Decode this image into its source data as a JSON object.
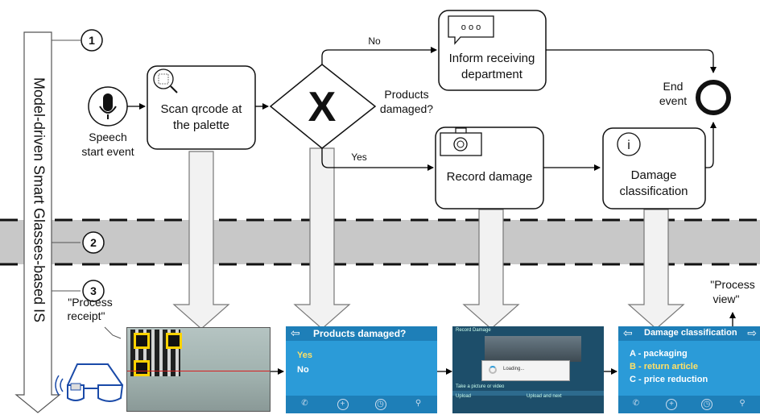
{
  "layers": {
    "one": "1",
    "two": "2",
    "three": "3"
  },
  "vertical_label": "Model-driven Smart Glasses-based IS",
  "process": {
    "start_event": [
      "Speech",
      "start event"
    ],
    "scan_task": [
      "Scan qrcode at",
      "the palette"
    ],
    "gateway_symbol": "X",
    "gateway_question": [
      "Products",
      "damaged?"
    ],
    "no_label": "No",
    "yes_label": "Yes",
    "inform_task": [
      "Inform receiving",
      "department"
    ],
    "record_task": "Record damage",
    "classify_task": [
      "Damage",
      "classification"
    ],
    "end_event": [
      "End",
      "event"
    ],
    "info_symbol": "i",
    "speech_bubble_dots": "o o o"
  },
  "callouts": {
    "process_receipt": [
      "\"Process",
      "receipt\""
    ],
    "process_view": [
      "\"Process",
      "view\""
    ]
  },
  "screens": {
    "damaged": {
      "title": "Products damaged?",
      "options": [
        "Yes",
        "No"
      ],
      "arrow": "⇦"
    },
    "camera": {
      "header": "Record Damage",
      "loading": "Loading...",
      "hint": "Take a picture or video",
      "upload_left": "Upload",
      "upload_right": "Upload and next"
    },
    "classification": {
      "title": "Damage classification",
      "options": [
        "A - packaging",
        "B - return article",
        "C - price reduction"
      ],
      "arrow_left": "⇦",
      "arrow_right": "⇨"
    }
  },
  "colors": {
    "band": "#c8c8c8",
    "arrow_fill": "#f2f2f2",
    "screen_blue": "#2b9bd8",
    "screen_blue_dark": "#1e7fb8",
    "highlight": "#ffd200"
  }
}
